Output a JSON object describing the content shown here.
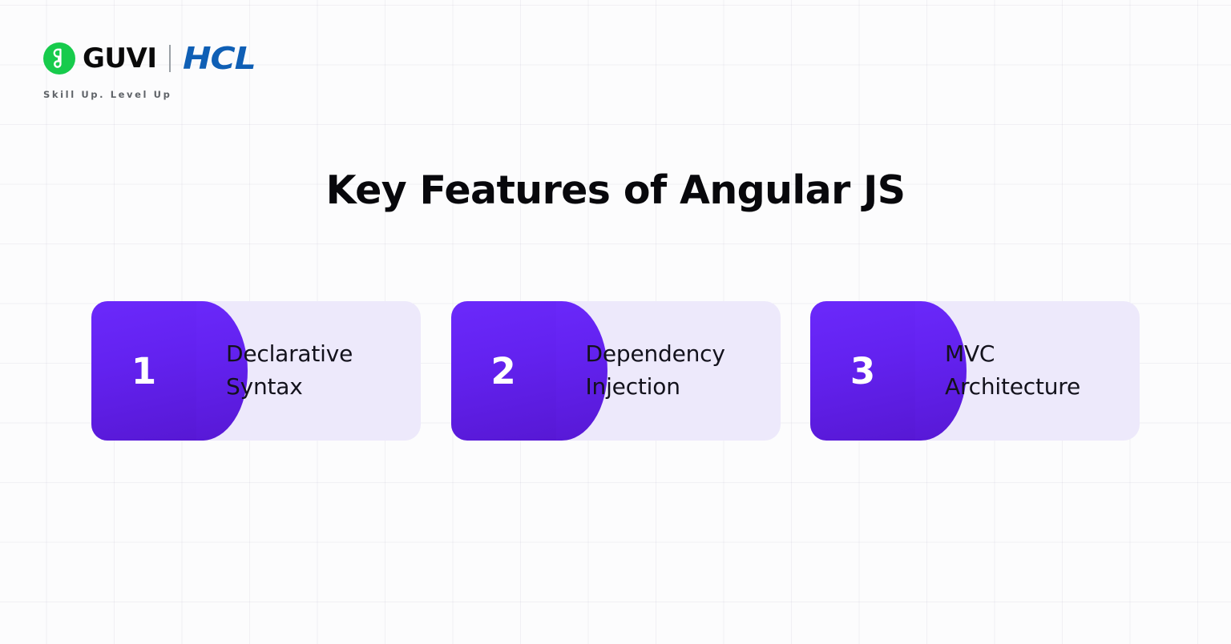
{
  "brand": {
    "guvi_name": "GUVI",
    "guvi_mark_icon": "guvi-g-logo-icon",
    "partner_name": "HCL",
    "tagline": "Skill Up. Level Up",
    "guvi_green": "#17CB4C",
    "hcl_blue": "#0F5FB5"
  },
  "headline": {
    "title": "Key Features of Angular JS"
  },
  "theme": {
    "badge_gradient_start": "#6B29FB",
    "badge_gradient_end": "#5718D4",
    "card_background": "#EDE9FB",
    "text_color": "#13121C",
    "page_background": "#FCFCFD"
  },
  "cards": [
    {
      "number": "1",
      "label": "Declarative Syntax"
    },
    {
      "number": "2",
      "label": "Dependency Injection"
    },
    {
      "number": "3",
      "label": "MVC Architecture"
    }
  ]
}
